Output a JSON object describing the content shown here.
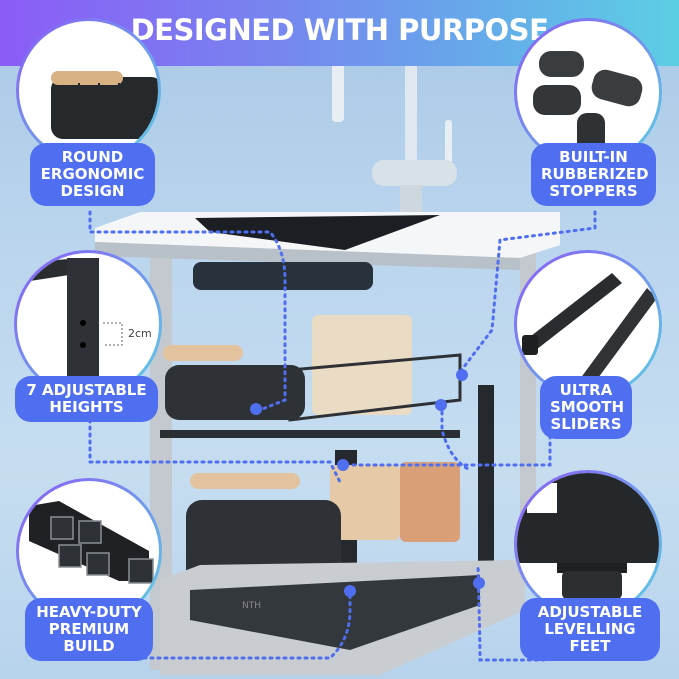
{
  "banner": {
    "title": "DESIGNED WITH PURPOSE"
  },
  "features": [
    {
      "id": "round-ergonomic",
      "label_lines": [
        "ROUND",
        "ERGONOMIC",
        "DESIGN"
      ],
      "icon": "basket-icon"
    },
    {
      "id": "rubberized-stoppers",
      "label_lines": [
        "BUILT-IN",
        "RUBBERIZED",
        "STOPPERS"
      ],
      "icon": "stopper-icon"
    },
    {
      "id": "adjustable-heights",
      "label_lines": [
        "7 ADJUSTABLE",
        "HEIGHTS"
      ],
      "icon": "height-post-icon",
      "measure": "2cm"
    },
    {
      "id": "smooth-sliders",
      "label_lines": [
        "ULTRA",
        "SMOOTH",
        "SLIDERS"
      ],
      "icon": "slider-rail-icon"
    },
    {
      "id": "heavy-duty",
      "label_lines": [
        "HEAVY-DUTY",
        "PREMIUM",
        "BUILD"
      ],
      "icon": "steel-tube-icon"
    },
    {
      "id": "levelling-feet",
      "label_lines": [
        "ADJUSTABLE",
        "LEVELLING FEET"
      ],
      "icon": "levelling-foot-icon"
    }
  ],
  "product": {
    "brand_mark": "NTH"
  },
  "colors": {
    "accent": "#4f6ff0",
    "banner_start": "#8b5cf6",
    "banner_end": "#5ccfe4",
    "background": "#bcd6ee"
  }
}
